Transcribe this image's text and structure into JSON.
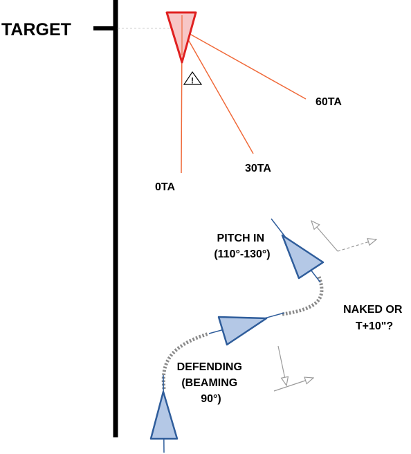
{
  "labels": {
    "target": "TARGET",
    "aspect_0": "0TA",
    "aspect_30": "30TA",
    "aspect_60": "60TA",
    "pitch_in_line1": "PITCH IN",
    "pitch_in_line2": "(110°-130°)",
    "naked_line1": "NAKED OR",
    "naked_line2": "T+10\"?",
    "defending_line1": "DEFENDING",
    "defending_line2": "(BEAMING",
    "defending_line3": "90°)",
    "warning_mark": "!"
  },
  "colors": {
    "target_fill": "#f7c6c6",
    "target_stroke": "#e02020",
    "aspect_line": "#f06a3a",
    "friendly_fill": "#b4c8e6",
    "friendly_stroke": "#2f5d9b",
    "path_dotted": "#8a8a8a",
    "ghost_arrow": "#9a9a9a",
    "reference_line": "#000000"
  },
  "icons": {
    "warning": "warning-triangle-icon",
    "target": "target-triangle-icon",
    "friendly": "friendly-jet-icon"
  }
}
